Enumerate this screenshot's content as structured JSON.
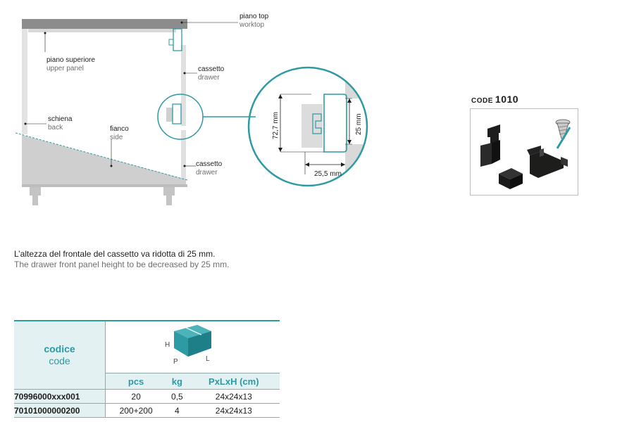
{
  "diagram": {
    "labels": {
      "worktop": {
        "it": "piano top",
        "en": "worktop"
      },
      "upper_panel": {
        "it": "piano superiore",
        "en": "upper panel"
      },
      "drawer_top": {
        "it": "cassetto",
        "en": "drawer"
      },
      "back": {
        "it": "schiena",
        "en": "back"
      },
      "side": {
        "it": "fianco",
        "en": "side"
      },
      "drawer_bottom": {
        "it": "cassetto",
        "en": "drawer"
      }
    },
    "dimensions": {
      "height": "72,7 mm",
      "gap": "25 mm",
      "depth": "25,5 mm"
    }
  },
  "product": {
    "code_prefix": "CODE",
    "code_number": "1010"
  },
  "note": {
    "it": "L’altezza del frontale del cassetto va ridotta di 25 mm.",
    "en": "The drawer front panel height to be decreased by 25 mm."
  },
  "table": {
    "code_header_it": "codice",
    "code_header_en": "code",
    "box_labels": {
      "h": "H",
      "p": "P",
      "l": "L"
    },
    "columns": [
      "pcs",
      "kg",
      "PxLxH (cm)"
    ],
    "rows": [
      {
        "code": "70996000xxx001",
        "pcs": "20",
        "kg": "0,5",
        "size": "24x24x13"
      },
      {
        "code": "70101000000200",
        "pcs": "200+200",
        "kg": "4",
        "size": "24x24x13"
      }
    ]
  },
  "colors": {
    "accent": "#2d9aa4",
    "panel_gray": "#d9d9d9",
    "worktop_gray": "#8c8c8c"
  }
}
